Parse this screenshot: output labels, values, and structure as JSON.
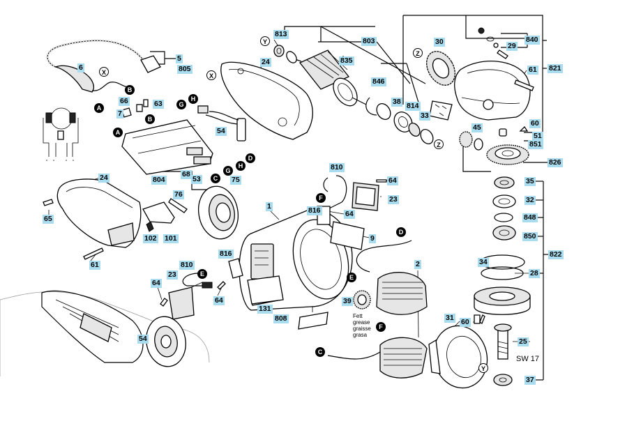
{
  "labels": {
    "p813": "813",
    "p803": "803",
    "p835": "835",
    "p24a": "24",
    "p5": "5",
    "p805": "805",
    "p6": "6",
    "p846": "846",
    "p38": "38",
    "p814": "814",
    "p33": "33",
    "p30": "30",
    "p840": "840",
    "p29": "29",
    "p61a": "61",
    "p821": "821",
    "p60a": "60",
    "p51": "51",
    "p851": "851",
    "p45": "45",
    "p826": "826",
    "p66": "66",
    "p63": "63",
    "p7": "7",
    "p54a": "54",
    "p804": "804",
    "p68": "68",
    "p53": "53",
    "p810a": "810",
    "p64a": "64",
    "p23a": "23",
    "p816a": "816",
    "p64b": "64",
    "p24b": "24",
    "p76": "76",
    "p75": "75",
    "p1": "1",
    "p9": "9",
    "p65": "65",
    "p102": "102",
    "p101": "101",
    "p61b": "61",
    "p35": "35",
    "p32": "32",
    "p848": "848",
    "p850": "850",
    "p822": "822",
    "p34": "34",
    "p28": "28",
    "p810b": "810",
    "p816b": "816",
    "p23b": "23",
    "p64c": "64",
    "p64d": "64",
    "p131": "131",
    "p2": "2",
    "p39": "39",
    "p808": "808",
    "p31": "31",
    "p60b": "60",
    "p25": "25",
    "p37": "37",
    "p54b": "54"
  },
  "markers": {
    "x1": "X",
    "x2": "X",
    "y1": "Y",
    "y2": "Y",
    "z1": "Z",
    "z2": "Z",
    "a1": "A",
    "a2": "A",
    "b1": "B",
    "b2": "B",
    "c1": "C",
    "c2": "C",
    "d1": "D",
    "d2": "D",
    "e1": "E",
    "e2": "E",
    "f1": "F",
    "f2": "F",
    "g1": "G",
    "g2": "G",
    "h1": "H",
    "h2": "H"
  },
  "texts": {
    "sw17": "SW 17",
    "grease": [
      "Fett",
      "grease",
      "graisse",
      "grasa"
    ]
  },
  "colors": {
    "label_bg": "#a9dcef",
    "line": "#000000"
  }
}
